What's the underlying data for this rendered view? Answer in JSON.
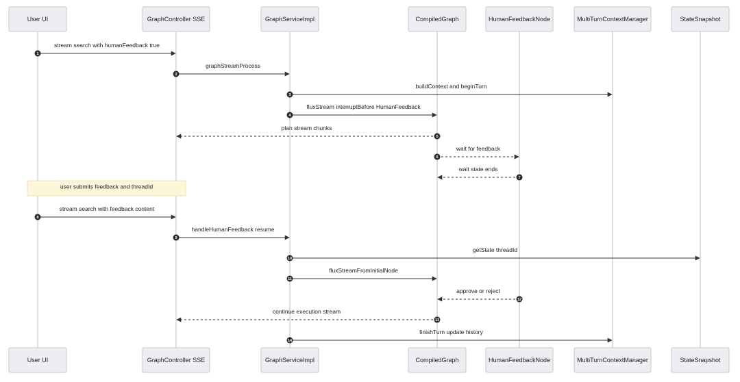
{
  "participants": [
    {
      "id": "ui",
      "label": "User UI"
    },
    {
      "id": "ctl",
      "label": "GraphController SSE"
    },
    {
      "id": "svc",
      "label": "GraphServiceImpl"
    },
    {
      "id": "cg",
      "label": "CompiledGraph"
    },
    {
      "id": "hfn",
      "label": "HumanFeedbackNode"
    },
    {
      "id": "mtc",
      "label": "MultiTurnContextManager"
    },
    {
      "id": "ss",
      "label": "StateSnapshot"
    }
  ],
  "messages": [
    {
      "num": "1",
      "from": "ui",
      "to": "ctl",
      "label": "stream search with humanFeedback true",
      "dashed": false
    },
    {
      "num": "2",
      "from": "ctl",
      "to": "svc",
      "label": "graphStreamProcess",
      "dashed": false
    },
    {
      "num": "3",
      "from": "svc",
      "to": "mtc",
      "label": "buildContext and beginTurn",
      "dashed": false
    },
    {
      "num": "4",
      "from": "svc",
      "to": "cg",
      "label": "fluxStream interruptBefore HumanFeedback",
      "dashed": false
    },
    {
      "num": "5",
      "from": "cg",
      "to": "ctl",
      "label": "plan stream chunks",
      "dashed": true
    },
    {
      "num": "6",
      "from": "cg",
      "to": "hfn",
      "label": "wait for feedback",
      "dashed": true
    },
    {
      "num": "7",
      "from": "hfn",
      "to": "cg",
      "label": "wait state ends",
      "dashed": true
    },
    {
      "num": "8",
      "from": "ui",
      "to": "ctl",
      "label": "stream search with feedback content",
      "dashed": false
    },
    {
      "num": "9",
      "from": "ctl",
      "to": "svc",
      "label": "handleHumanFeedback resume",
      "dashed": false
    },
    {
      "num": "10",
      "from": "svc",
      "to": "ss",
      "label": "getState threadId",
      "dashed": false
    },
    {
      "num": "11",
      "from": "svc",
      "to": "cg",
      "label": "fluxStreamFromInitialNode",
      "dashed": false
    },
    {
      "num": "12",
      "from": "hfn",
      "to": "cg",
      "label": "approve or reject",
      "dashed": true
    },
    {
      "num": "13",
      "from": "cg",
      "to": "ctl",
      "label": "continue execution stream",
      "dashed": true
    },
    {
      "num": "14",
      "from": "svc",
      "to": "mtc",
      "label": "finishTurn update history",
      "dashed": false
    }
  ],
  "note": {
    "text": "user submits feedback and threadId",
    "over": [
      "ui",
      "ctl"
    ]
  }
}
